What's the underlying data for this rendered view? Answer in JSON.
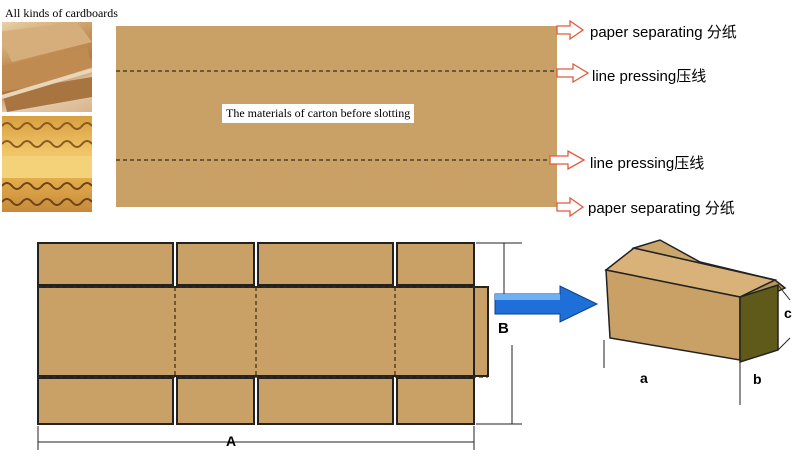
{
  "title": "All kinds of cardboards",
  "sheet_label": "The materials of carton before slotting",
  "side_labels": [
    "paper separating 分纸",
    "line pressing压线",
    "line pressing压线",
    "paper separating 分纸"
  ],
  "dimension_labels": {
    "A": "A",
    "B": "B",
    "a": "a",
    "b": "b",
    "c": "c"
  },
  "colors": {
    "cardboard": "#c9a066",
    "box_dark": "#5f5a1a",
    "arrow_blue": "#1e6fd8",
    "outline": "#222222"
  }
}
